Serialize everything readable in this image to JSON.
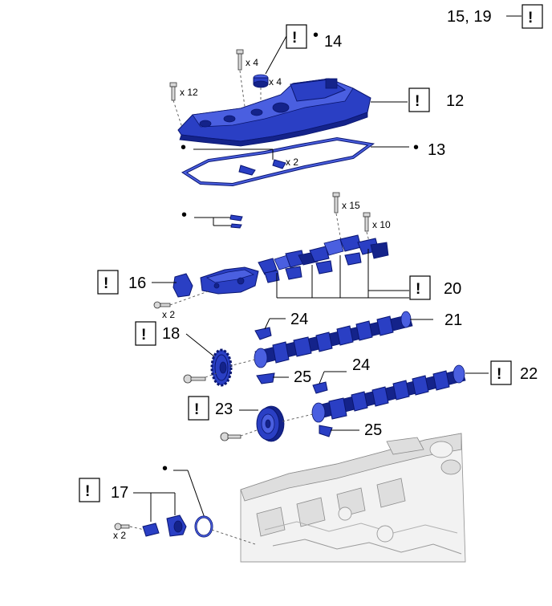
{
  "header": {
    "ref_label": "15, 19"
  },
  "warning_symbol": "!",
  "bullet": "•",
  "callouts": {
    "c12": "12",
    "c13": "13",
    "c14": "14",
    "c16": "16",
    "c17": "17",
    "c18": "18",
    "c20": "20",
    "c21": "21",
    "c22": "22",
    "c23": "23",
    "c24a": "24",
    "c24b": "24",
    "c25a": "25",
    "c25b": "25"
  },
  "quantities": {
    "q_x4_bolt": "x 4",
    "q_x4_seal": "x 4",
    "q_x12": "x 12",
    "q_x2_gasket": "x 2",
    "q_x15": "x 15",
    "q_x10": "x 10",
    "q_x2_bearing": "x 2",
    "q_x2_sensor": "x 2"
  },
  "colors": {
    "part_blue": "#2a3fc4",
    "part_dark": "#0a1670",
    "engine_grey": "#f2f2f2"
  }
}
